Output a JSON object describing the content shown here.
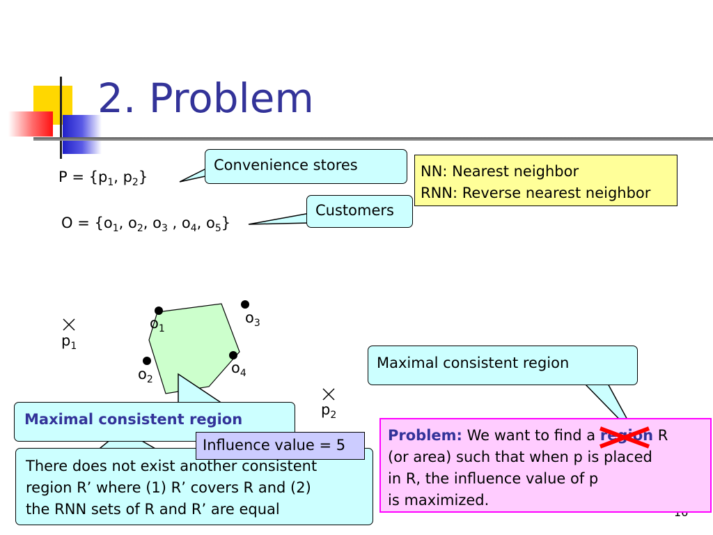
{
  "slide": {
    "title": "2. Problem",
    "page_number": "16"
  },
  "sets": {
    "p_prefix": "P = {p",
    "p_sub1": "1",
    "p_mid": ", p",
    "p_sub2": "2",
    "p_suffix": "}",
    "o_prefix": "O = {o",
    "o_sub1": "1",
    "o_sep1": ", o",
    "o_sub2": "2",
    "o_sep2": ", o",
    "o_sub3": "3",
    "o_sep3": " , o",
    "o_sub4": "4",
    "o_sep4": ", o",
    "o_sub5": "5",
    "o_suffix": "}"
  },
  "callouts": {
    "convenience": "Convenience stores",
    "customers": "Customers",
    "nn_line1": "NN: Nearest neighbor",
    "nn_line2": "RNN: Reverse nearest neighbor",
    "maximal_right": "Maximal consistent region",
    "maximal_left": "Maximal consistent region",
    "influence": "Influence value = 5",
    "definition_line1": "There does not exist another consistent",
    "definition_line2": "region R’ where (1) R’ covers R and (2)",
    "definition_line3": "the RNN sets of R and R’ are equal",
    "problem_label": "Problem:",
    "problem_part1": " We want to find a ",
    "problem_crossed": "region",
    "problem_part2": " R",
    "problem_line2": "(or area) such that when p is placed",
    "problem_line3": "in R, the influence value of p",
    "problem_line4": "is maximized."
  },
  "points": {
    "o_letter": "o",
    "p_letter": "p",
    "o1": "1",
    "o2": "2",
    "o3": "3",
    "o4": "4",
    "p1": "1",
    "p2": "2"
  },
  "colors": {
    "title": "#333399",
    "callout_cyan": "#ccffff",
    "callout_yellow": "#ffff99",
    "influence_bg": "#ccccff",
    "problem_bg": "#ffccff",
    "problem_border": "#ff00ff",
    "region_fill": "#ccffcc",
    "cross_red": "#ff0000"
  }
}
